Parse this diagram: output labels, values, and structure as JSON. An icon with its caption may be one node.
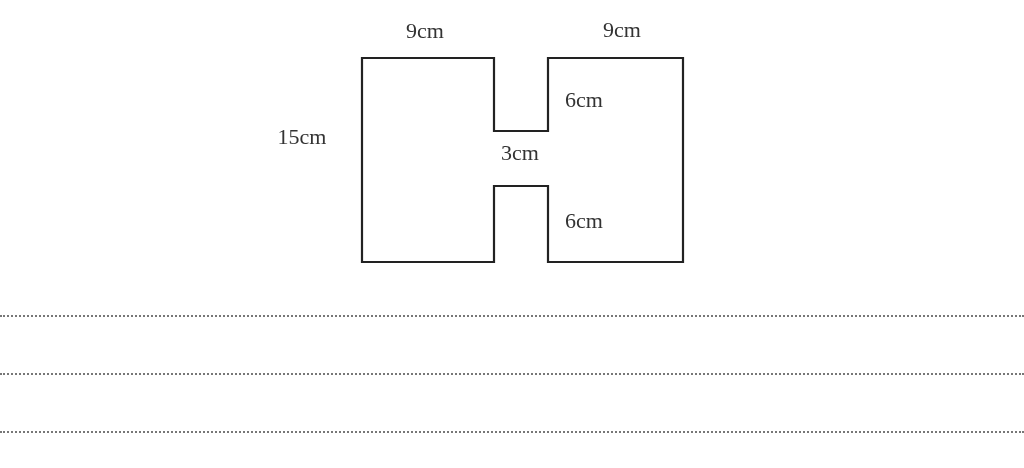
{
  "diagram": {
    "labels": [
      "9cm",
      "9cm",
      "15cm",
      "6cm",
      "3cm",
      "6cm"
    ]
  }
}
